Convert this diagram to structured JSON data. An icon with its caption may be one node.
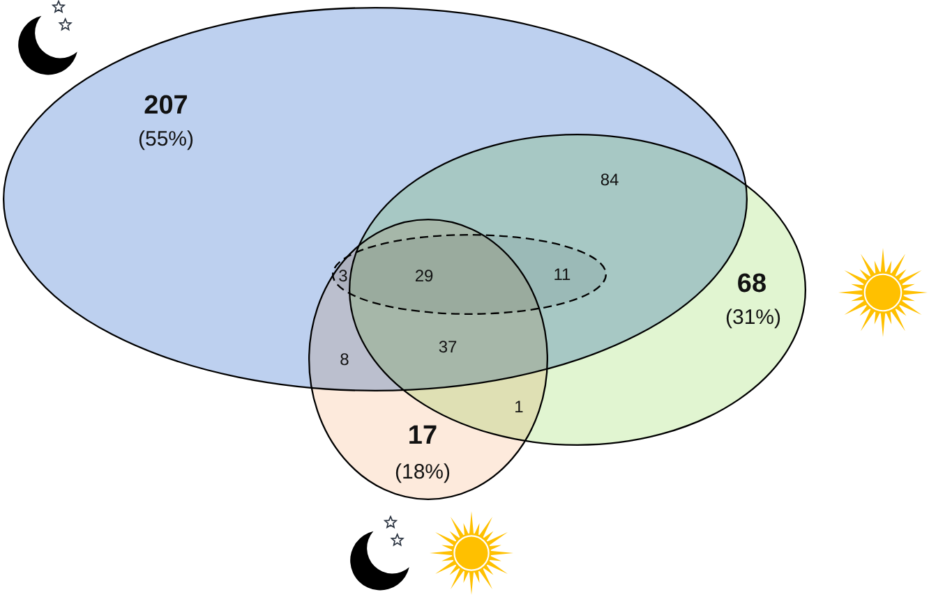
{
  "diagram": {
    "nodes": [
      {
        "text": [
          "207",
          "(55%)"
        ]
      },
      {
        "text": [
          "68",
          "(31%)"
        ]
      },
      {
        "text": [
          "17",
          "(18%)"
        ]
      },
      {
        "text": [],
        "shape": "ellipse",
        "in": 0
      }
    ],
    "labels": [
      "84",
      "3",
      "29",
      "11",
      "8",
      "37",
      "1"
    ]
  }
}
